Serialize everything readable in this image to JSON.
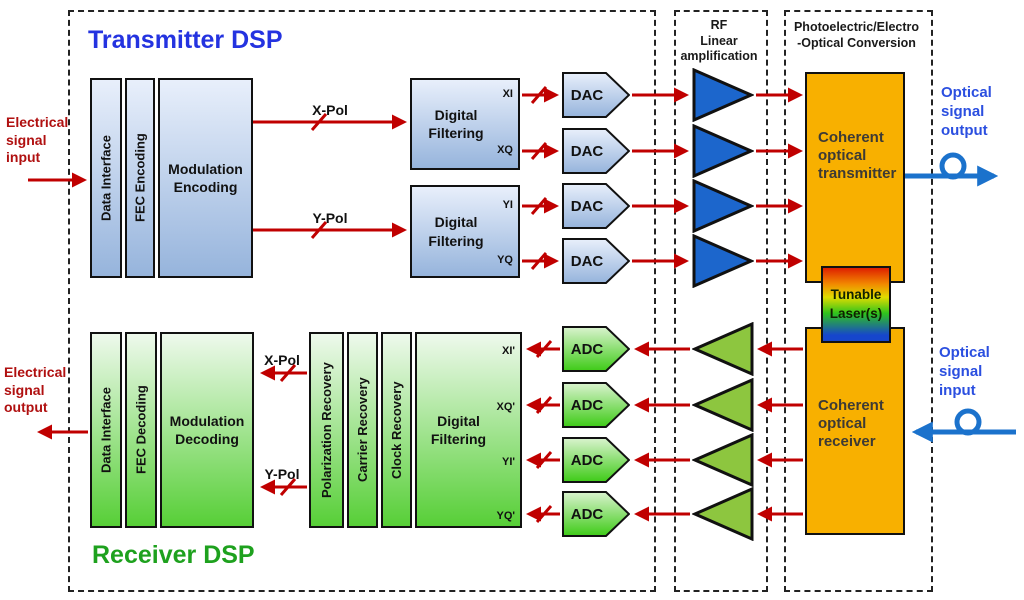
{
  "transmitter": {
    "title": "Transmitter DSP",
    "input_label": "Electrical\nsignal\ninput",
    "encoder_cols": [
      "Data Interface",
      "FEC Encoding"
    ],
    "encoder_main": "Modulation\nEncoding",
    "pol_labels": [
      "X-Pol",
      "Y-Pol"
    ],
    "filter_label": "Digital\nFiltering",
    "filter1_ports": [
      "XI",
      "XQ"
    ],
    "filter2_ports": [
      "YI",
      "YQ"
    ],
    "dac_labels": [
      "DAC",
      "DAC",
      "DAC",
      "DAC"
    ],
    "optical_block": "Coherent\noptical\ntransmitter",
    "optical_out_label": "Optical\nsignal\noutput"
  },
  "receiver": {
    "title": "Receiver DSP",
    "output_label": "Electrical\nsignal\noutput",
    "decoder_cols": [
      "Data Interface",
      "FEC Decoding"
    ],
    "decoder_main": "Modulation\nDecoding",
    "pol_labels": [
      "X-Pol",
      "Y-Pol"
    ],
    "recovery_cols": [
      "Polarization Recovery",
      "Carrier Recovery",
      "Clock Recovery"
    ],
    "filter_label": "Digital\nFiltering",
    "filter_ports": [
      "XI'",
      "XQ'",
      "YI'",
      "YQ'"
    ],
    "adc_labels": [
      "ADC",
      "ADC",
      "ADC",
      "ADC"
    ],
    "optical_block": "Coherent\noptical\nreceiver",
    "optical_in_label": "Optical\nsignal\ninput"
  },
  "sections": {
    "rf_header": "RF\nLinear\namplification",
    "peo_header": "Photoelectric/Electro\n-Optical Conversion"
  },
  "laser_label": "Tunable\nLaser(s)",
  "colors": {
    "tx_title": "#2433e0",
    "rx_title": "#1ea11e",
    "electrical_label": "#b01010",
    "optical_label": "#2b4fe0",
    "signal_arrow": "#c00000",
    "fiber_arrow": "#1b72cc",
    "amp_tx": "#1c66cc",
    "amp_rx": "#8dc63f",
    "optical_block_fill": "#f8b000",
    "blue_block_top": "#e8effb",
    "blue_block_bottom": "#96b4dc",
    "green_block_top": "#eef9ec",
    "green_block_bottom": "#57cf37"
  }
}
